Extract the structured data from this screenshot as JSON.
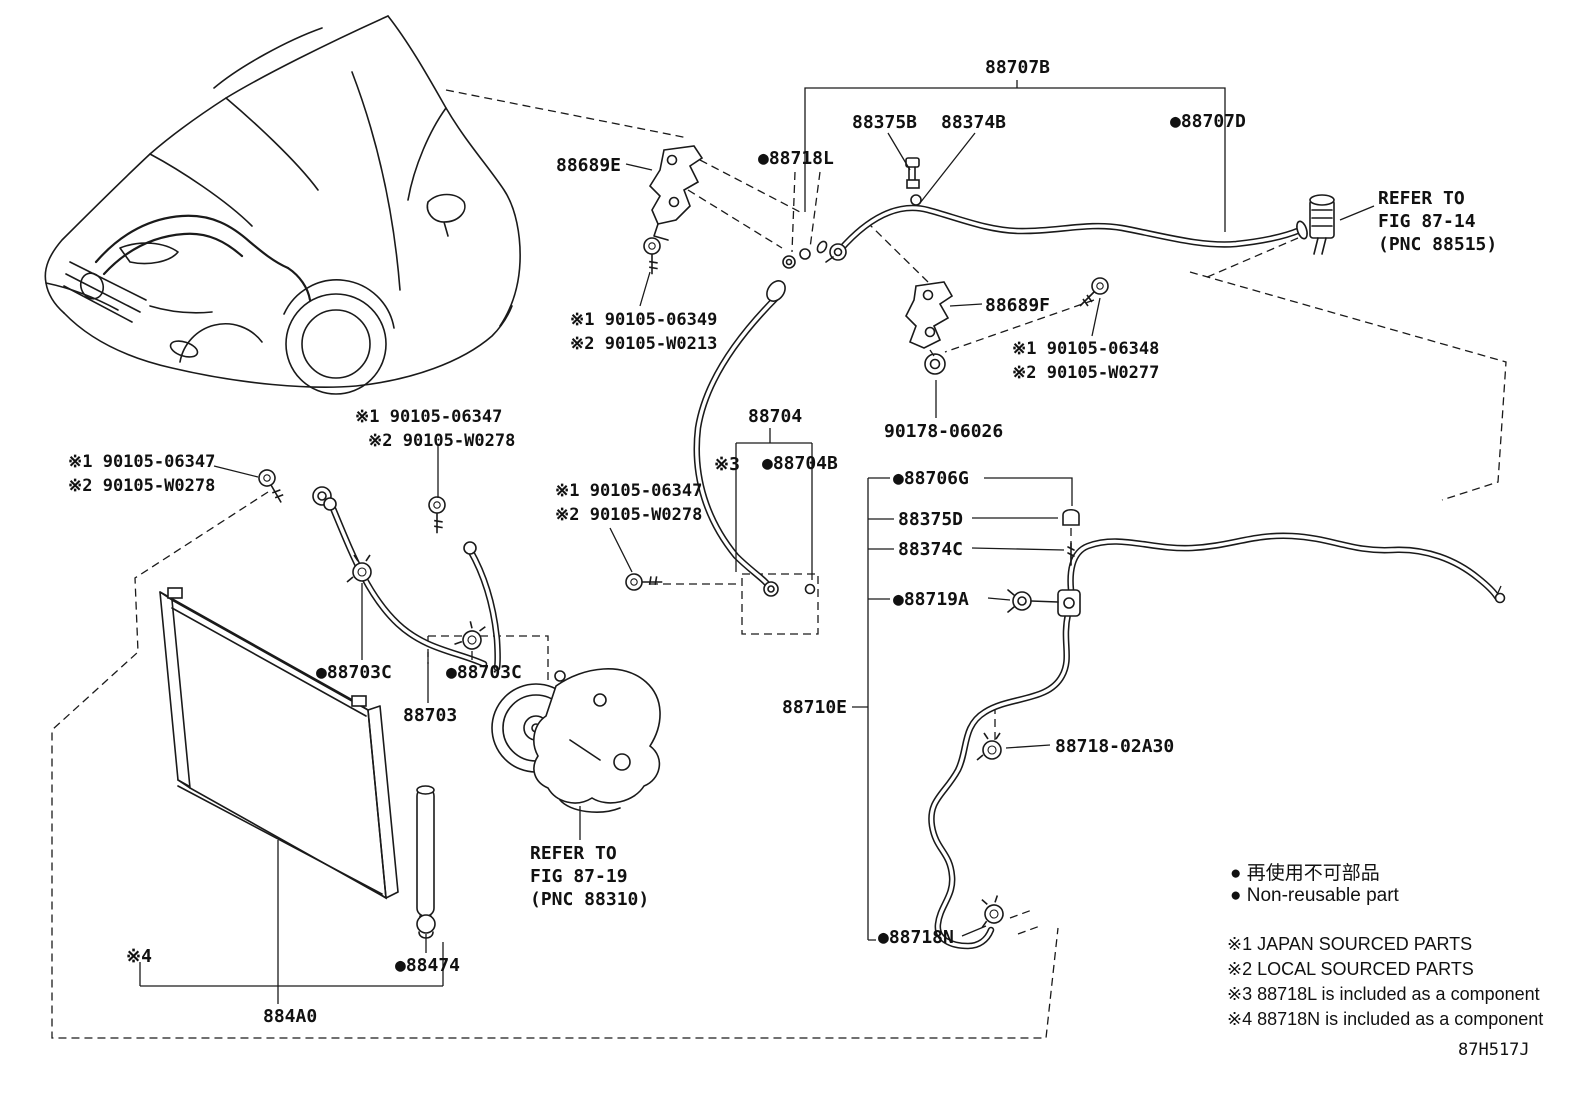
{
  "diagram_code": "87H517J",
  "parts": {
    "p88707B": "88707B",
    "p88375B": "88375B",
    "p88374B": "88374B",
    "p88707D": "●88707D",
    "p88689E": "88689E",
    "p88718L": "●88718L",
    "p88689F": "88689F",
    "p88704": "88704",
    "p88704B": "●88704B",
    "p90178": "90178-06026",
    "p88706G": "●88706G",
    "p88375D": "88375D",
    "p88374C": "88374C",
    "p88719A": "●88719A",
    "p88710E": "88710E",
    "p88718_02A30": "88718-02A30",
    "p88703C": "●88703C",
    "p88703": "88703",
    "p88474": "●88474",
    "p884A0": "884A0",
    "p88718N": "●88718N",
    "star3": "※3",
    "star4": "※4"
  },
  "fasteners": {
    "n06349": "※1 90105-06349",
    "nW0213": "※2 90105-W0213",
    "n06348": "※1 90105-06348",
    "nW0277": "※2 90105-W0277",
    "n06347": "※1 90105-06347",
    "nW0278": "※2 90105-W0278"
  },
  "references": {
    "fig8714": [
      "REFER TO",
      "FIG 87-14",
      "(PNC 88515)"
    ],
    "fig8719": [
      "REFER TO",
      "FIG 87-19",
      "(PNC 88310)"
    ]
  },
  "legend": {
    "jp": "● 再使用不可部品",
    "en": "● Non-reusable part"
  },
  "notes": [
    "※1 JAPAN SOURCED PARTS",
    "※2 LOCAL SOURCED PARTS",
    "※3 88718L is included as a component",
    "※4 88718N is included as a component"
  ]
}
